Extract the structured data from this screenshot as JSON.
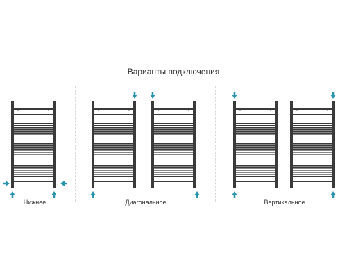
{
  "title": "Варианты подключения",
  "captions": {
    "bottom": "Нижнее",
    "diagonal": "Диагональное",
    "vertical": "Вертикальное"
  },
  "colors": {
    "rail": "#3a3a3a",
    "arrow": "#2a93ae",
    "separator": "#d8d8d8",
    "text": "#333333"
  },
  "icons": {
    "arrow": "arrow-icon"
  }
}
